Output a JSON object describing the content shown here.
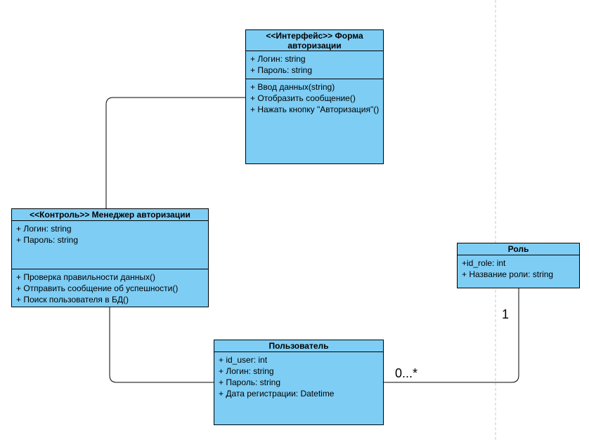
{
  "classes": {
    "form": {
      "title": "<<Интерфейс>> Форма авторизации",
      "attributes": [
        "+ Логин: string",
        "+ Пароль: string"
      ],
      "operations": [
        "+ Ввод данных(string)",
        "+ Отобразить сообщение()",
        "+ Нажать кнопку \"Авторизация\"()"
      ]
    },
    "manager": {
      "title": "<<Контроль>> Менеджер авторизации",
      "attributes": [
        "+ Логин: string",
        "+ Пароль: string"
      ],
      "operations": [
        "+ Проверка правильности данных()",
        "+ Отправить сообщение об успешности()",
        "+ Поиск пользователя в БД()"
      ]
    },
    "role": {
      "title": "Роль",
      "attributes": [
        "+id_role: int",
        "+ Название роли: string"
      ]
    },
    "user": {
      "title": "Пользователь",
      "attributes": [
        "+ id_user: int",
        "+ Логин: string",
        "+ Пароль: string",
        "+ Дата регистрации: Datetime"
      ]
    }
  },
  "multiplicities": {
    "role_end": "1",
    "user_end": "0...*"
  },
  "colors": {
    "class_fill": "#7ecdf4",
    "border": "#000000",
    "guide_line": "#c8c8c8"
  }
}
